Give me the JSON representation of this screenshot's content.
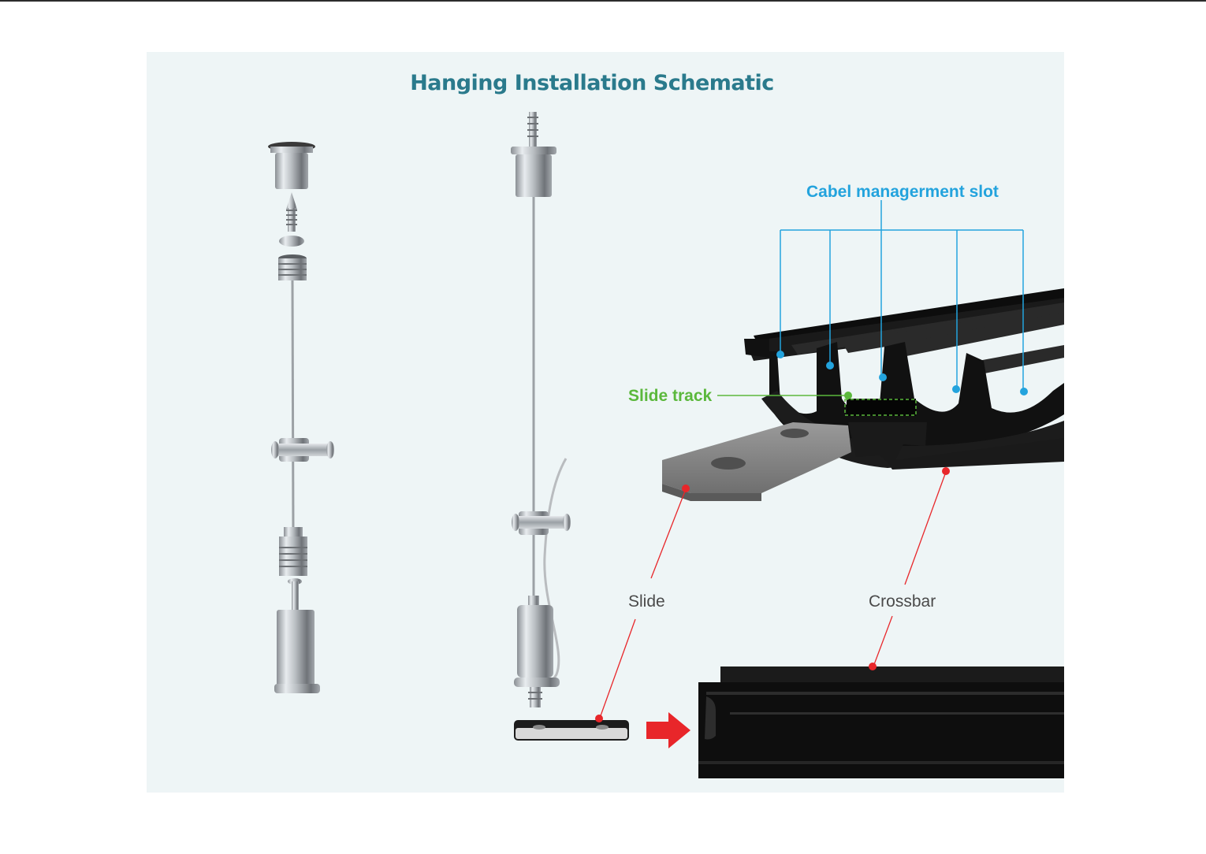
{
  "title": "Hanging Installation Schematic",
  "labels": {
    "cable_slot": "Cabel managerment slot",
    "slide_track": "Slide track",
    "slide": "Slide",
    "crossbar": "Crossbar"
  },
  "colors": {
    "title": "#2a7a8c",
    "cable_slot": "#23a3dd",
    "slide_track": "#5bb83c",
    "slide": "#4a4a4a",
    "crossbar": "#4a4a4a",
    "pointer": "#e8262a",
    "panel_bg": "#eef5f6"
  }
}
